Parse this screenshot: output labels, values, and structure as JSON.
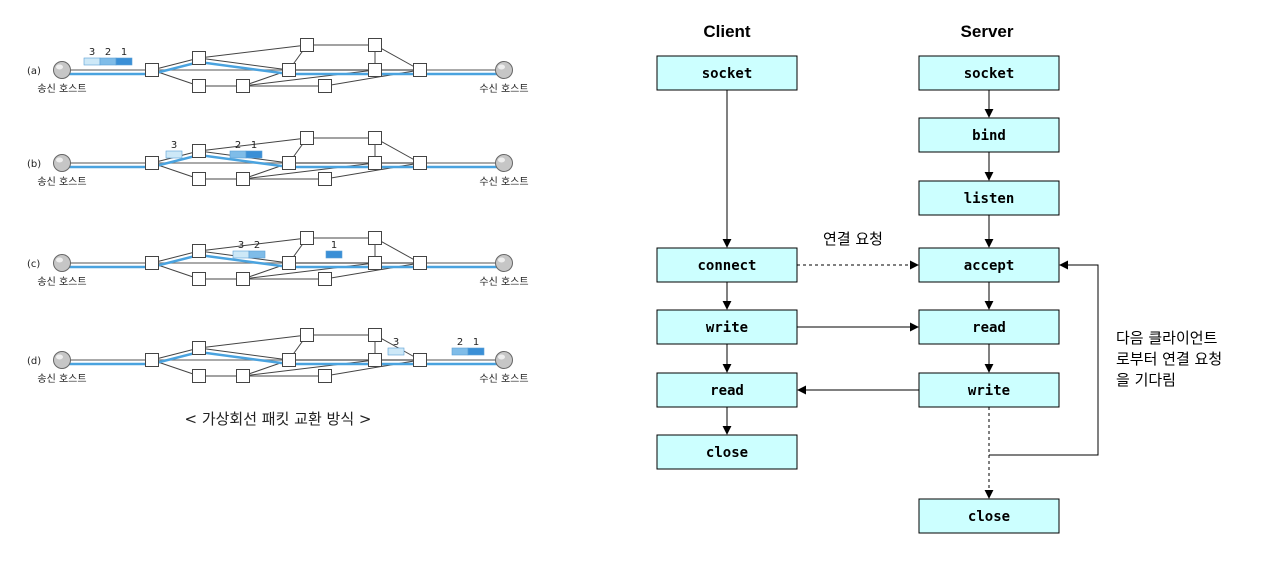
{
  "colors": {
    "route": "#4aa3df",
    "box_fill": "#ccffff",
    "packet_dark": "#3a8fd6",
    "packet_mid": "#7fbce8",
    "packet_light": "#cde8f7"
  },
  "left": {
    "caption": "< 가상회선 패킷 교환 방식 >",
    "panels": [
      {
        "id": "a",
        "label": "(a)",
        "sender": "송신 호스트",
        "receiver": "수신 호스트",
        "packet_groups": [
          {
            "nums": [
              "3",
              "2",
              "1"
            ]
          }
        ]
      },
      {
        "id": "b",
        "label": "(b)",
        "sender": "송신 호스트",
        "receiver": "수신 호스트",
        "packet_groups": [
          {
            "nums": [
              "3"
            ]
          },
          {
            "nums": [
              "2",
              "1"
            ]
          }
        ]
      },
      {
        "id": "c",
        "label": "(c)",
        "sender": "송신 호스트",
        "receiver": "수신 호스트",
        "packet_groups": [
          {
            "nums": [
              "3",
              "2"
            ]
          },
          {
            "nums": [
              "1"
            ]
          }
        ]
      },
      {
        "id": "d",
        "label": "(d)",
        "sender": "송신 호스트",
        "receiver": "수신 호스트",
        "packet_groups": [
          {
            "nums": [
              "3"
            ]
          },
          {
            "nums": [
              "2",
              "1"
            ]
          }
        ]
      }
    ]
  },
  "right": {
    "client_header": "Client",
    "server_header": "Server",
    "client_boxes": [
      "socket",
      "connect",
      "write",
      "read",
      "close"
    ],
    "server_boxes": [
      "socket",
      "bind",
      "listen",
      "accept",
      "read",
      "write",
      "close"
    ],
    "connect_label": "연결 요청",
    "loop_note": [
      "다음 클라이언트",
      "로부터 연결 요청",
      "을 기다림"
    ]
  }
}
